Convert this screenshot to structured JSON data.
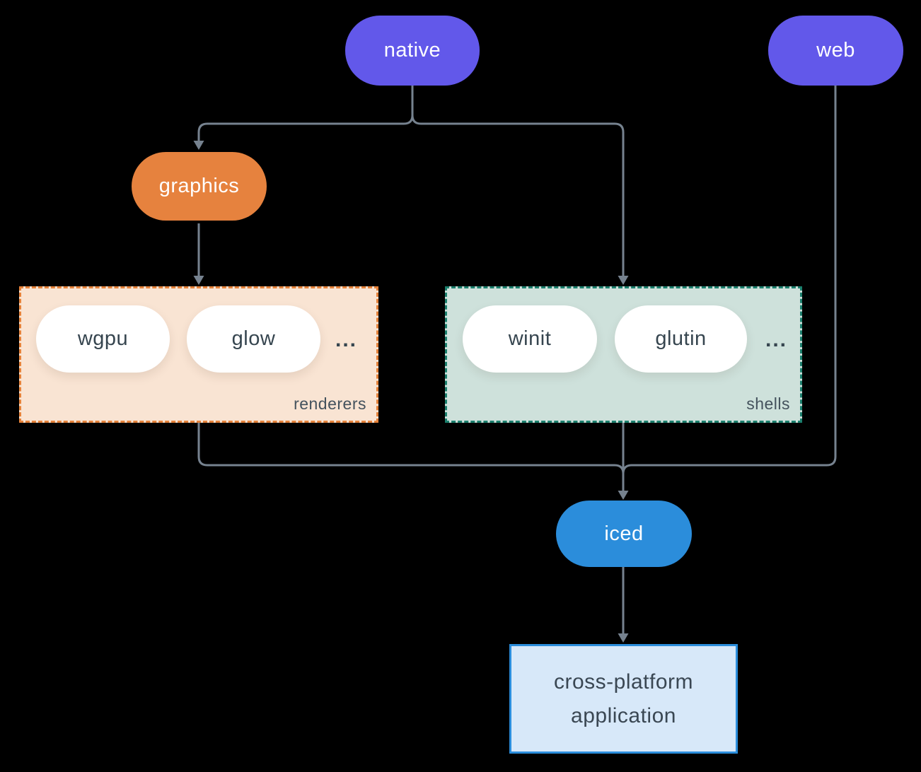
{
  "diagram": {
    "nodes": {
      "native": "native",
      "web": "web",
      "graphics": "graphics",
      "iced": "iced"
    },
    "groups": {
      "renderers": {
        "label": "renderers",
        "pills": [
          "wgpu",
          "glow"
        ],
        "ellipsis": "..."
      },
      "shells": {
        "label": "shells",
        "pills": [
          "winit",
          "glutin"
        ],
        "ellipsis": "..."
      }
    },
    "app_box": {
      "line1": "cross-platform",
      "line2": "application"
    },
    "colors": {
      "platform": "#6258EA",
      "graphics": "#E6823E",
      "iced": "#2B8DDB",
      "connector": "#76828F",
      "renderers_bg": "#F9E4D3",
      "renderers_border": "#E5823A",
      "shells_bg": "#CEE1DB",
      "shells_border": "#1B7F6D",
      "app_bg": "#D7E8F9",
      "app_border": "#2B8DDB",
      "pill_text": "#36454F"
    }
  }
}
